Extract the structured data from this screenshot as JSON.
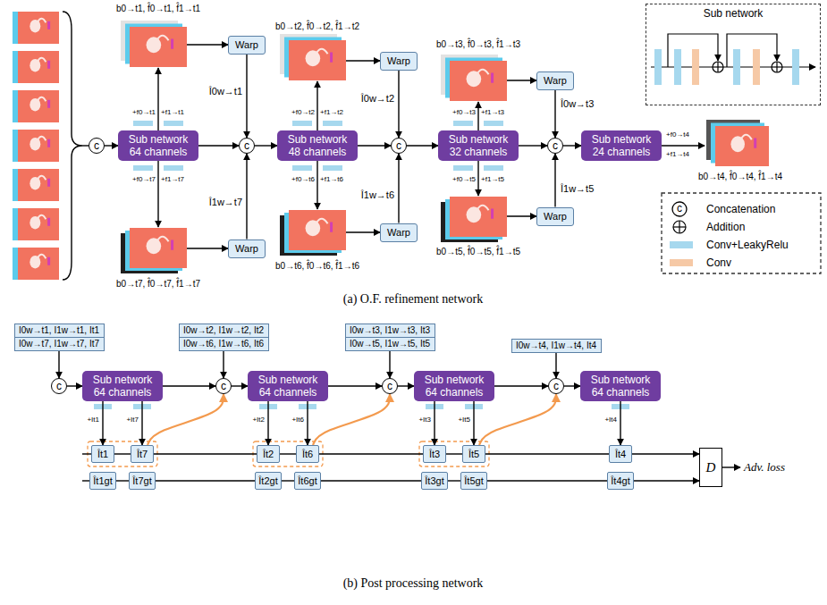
{
  "diagram": {
    "nodes": [
      {
        "text": [
          "c"
        ]
      },
      {
        "text": [
          "Sub network",
          "64 channels"
        ]
      },
      {
        "text": [
          "Warp"
        ]
      },
      {
        "text": [
          "Warp"
        ]
      },
      {
        "text": [
          "c"
        ]
      },
      {
        "text": [
          "Sub network",
          "48 channels"
        ]
      },
      {
        "text": [
          "Warp"
        ]
      },
      {
        "text": [
          "Warp"
        ]
      },
      {
        "text": [
          "c"
        ]
      },
      {
        "text": [
          "Sub network",
          "32 channels"
        ]
      },
      {
        "text": [
          "Warp"
        ]
      },
      {
        "text": [
          "Warp"
        ]
      },
      {
        "text": [
          "c"
        ]
      },
      {
        "text": [
          "Sub network",
          "24 channels"
        ]
      },
      {
        "text": [
          "Sub network"
        ]
      },
      {
        "text": [
          "I0w→t1, I1w→t1, It1",
          "I0w→t7, I1w→t7, It7"
        ]
      },
      {
        "text": [
          "c"
        ]
      },
      {
        "text": [
          "Sub network",
          "64 channels"
        ]
      },
      {
        "text": [
          "I0w→t2, I1w→t2, It2",
          "I0w→t6, I1w→t6, It6"
        ]
      },
      {
        "text": [
          "c"
        ]
      },
      {
        "text": [
          "Sub network",
          "64 channels"
        ]
      },
      {
        "text": [
          "I0w→t3, I1w→t3, It3",
          "I0w→t5, I1w→t5, It5"
        ]
      },
      {
        "text": [
          "c"
        ]
      },
      {
        "text": [
          "Sub network",
          "64 channels"
        ]
      },
      {
        "text": [
          "I0w→t4, I1w→t4, It4"
        ]
      },
      {
        "text": [
          "c"
        ]
      },
      {
        "text": [
          "Sub network",
          "64 channels"
        ]
      },
      {
        "text": [
          "Ît1"
        ]
      },
      {
        "text": [
          "Ît7"
        ]
      },
      {
        "text": [
          "Ît2"
        ]
      },
      {
        "text": [
          "Ît6"
        ]
      },
      {
        "text": [
          "Ît3"
        ]
      },
      {
        "text": [
          "Ît5"
        ]
      },
      {
        "text": [
          "Ît4"
        ]
      },
      {
        "text": [
          "Ît1gt"
        ]
      },
      {
        "text": [
          "Ît7gt"
        ]
      },
      {
        "text": [
          "Ît2gt"
        ]
      },
      {
        "text": [
          "Ît6gt"
        ]
      },
      {
        "text": [
          "Ît3gt"
        ]
      },
      {
        "text": [
          "Ît5gt"
        ]
      },
      {
        "text": [
          "Ît4gt"
        ]
      },
      {
        "text": [
          "D"
        ]
      }
    ],
    "edges": [
      {
        "from": 0,
        "to": 1,
        "arrow": "to"
      },
      {
        "from": 1,
        "to": 4,
        "arrow": "to"
      },
      {
        "from": 2,
        "to": 4,
        "arrow": "to"
      },
      {
        "from": 3,
        "to": 4,
        "arrow": "to"
      },
      {
        "from": 4,
        "to": 5,
        "arrow": "to"
      },
      {
        "from": 5,
        "to": 8,
        "arrow": "to"
      },
      {
        "from": 6,
        "to": 8,
        "arrow": "to"
      },
      {
        "from": 7,
        "to": 8,
        "arrow": "to"
      },
      {
        "from": 8,
        "to": 9,
        "arrow": "to"
      },
      {
        "from": 9,
        "to": 12,
        "arrow": "to"
      },
      {
        "from": 10,
        "to": 12,
        "arrow": "to"
      },
      {
        "from": 11,
        "to": 12,
        "arrow": "to"
      },
      {
        "from": 12,
        "to": 13,
        "arrow": "to"
      },
      {
        "from": 15,
        "to": 16,
        "arrow": "to"
      },
      {
        "from": 16,
        "to": 17,
        "arrow": "to"
      },
      {
        "from": 17,
        "to": 19,
        "arrow": "to"
      },
      {
        "from": 17,
        "to": 27,
        "arrow": "to"
      },
      {
        "from": 17,
        "to": 28,
        "arrow": "to"
      },
      {
        "from": 28,
        "to": 19,
        "arrow": "to"
      },
      {
        "from": 18,
        "to": 19,
        "arrow": "to"
      },
      {
        "from": 19,
        "to": 20,
        "arrow": "to"
      },
      {
        "from": 20,
        "to": 22,
        "arrow": "to"
      },
      {
        "from": 20,
        "to": 29,
        "arrow": "to"
      },
      {
        "from": 20,
        "to": 30,
        "arrow": "to"
      },
      {
        "from": 30,
        "to": 22,
        "arrow": "to"
      },
      {
        "from": 21,
        "to": 22,
        "arrow": "to"
      },
      {
        "from": 22,
        "to": 23,
        "arrow": "to"
      },
      {
        "from": 23,
        "to": 25,
        "arrow": "to"
      },
      {
        "from": 23,
        "to": 31,
        "arrow": "to"
      },
      {
        "from": 23,
        "to": 32,
        "arrow": "to"
      },
      {
        "from": 32,
        "to": 25,
        "arrow": "to"
      },
      {
        "from": 24,
        "to": 25,
        "arrow": "to"
      },
      {
        "from": 25,
        "to": 26,
        "arrow": "to"
      },
      {
        "from": 26,
        "to": 33,
        "arrow": "to"
      },
      {
        "from": 33,
        "to": 41,
        "arrow": "to"
      },
      {
        "from": 40,
        "to": 41,
        "arrow": "to"
      }
    ],
    "labels": [
      "b0→t1, f̂0→t1, f̂1→t1",
      "+f0→t1",
      "+f1→t1",
      "Î0w→t1",
      "+f0→t7",
      "+f1→t7",
      "Î1w→t7",
      "b0→t7, f̂0→t7, f̂1→t7",
      "b0→t2, f̂0→t2, f̂1→t2",
      "+f0→t2",
      "+f1→t2",
      "Î0w→t2",
      "+f0→t6",
      "+f1→t6",
      "Î1w→t6",
      "b0→t6, f̂0→t6, f̂1→t6",
      "b0→t3, f̂0→t3, f̂1→t3",
      "+f0→t3",
      "+f1→t3",
      "Î0w→t3",
      "+f0→t5",
      "+f1→t5",
      "Î1w→t5",
      "b0→t5, f̂0→t5, f̂1→t5",
      "+f0→t4",
      "+f1→t4",
      "b0→t4, f̂0→t4, f̂1→t4",
      "c",
      "(a) O.F. refinement network",
      "+It1",
      "+It7",
      "+It2",
      "+It6",
      "+It3",
      "+It5",
      "+It4",
      "Adv. loss",
      "(b) Post processing network"
    ],
    "legend": [
      {
        "text": "Concatenation"
      },
      {
        "text": "Addition"
      },
      {
        "text": "Conv+LeakyRelu",
        "color": "#a6d8ee"
      },
      {
        "text": "Conv",
        "color": "#f6c9a6"
      }
    ]
  }
}
